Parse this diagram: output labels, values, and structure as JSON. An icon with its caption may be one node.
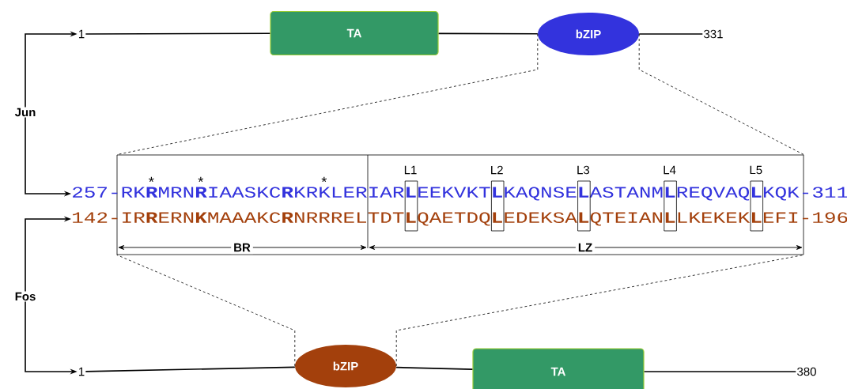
{
  "diagram": {
    "nodes": [
      {
        "text": [
          "1"
        ]
      },
      {
        "text": [
          "TA"
        ]
      },
      {
        "text": [
          "bZIP"
        ]
      },
      {
        "text": [
          "331"
        ]
      },
      {
        "text": [
          "Jun"
        ]
      },
      {
        "text": [],
        "shape": "box"
      },
      {
        "text": [
          "257-RK**R**MRN**R**IAASKC**R**KRKLERIAR**L**EEKVKT**L**KAQNSE**L**ASTANM**L**REQVAQ**L**KQK-311"
        ]
      },
      {
        "text": [
          "142-IR**R**ERN**K**MAAAKC**R**NRRRELTDT**L**QAETDQ**L**EDEKSA**L**QTEIAN**L**LKEKEK**L**EFI-196"
        ]
      },
      {
        "text": [
          "Fos"
        ]
      },
      {
        "text": [
          "1"
        ]
      },
      {
        "text": [
          "bZIP"
        ]
      },
      {
        "text": [
          "TA"
        ]
      },
      {
        "text": [
          "380"
        ]
      }
    ],
    "edges": [
      {
        "from": 4,
        "to": 0,
        "arrow": "to"
      },
      {
        "from": 4,
        "to": 6,
        "arrow": "to"
      },
      {
        "from": 0,
        "to": 1,
        "arrow": "none"
      },
      {
        "from": 1,
        "to": 2,
        "arrow": "none"
      },
      {
        "from": 2,
        "to": 3,
        "arrow": "none"
      },
      {
        "from": 2,
        "to": 5,
        "arrow": "none",
        "style": "dashed"
      },
      {
        "from": 2,
        "to": 5,
        "arrow": "none",
        "style": "dashed"
      },
      {
        "from": 8,
        "to": 7,
        "arrow": "to"
      },
      {
        "from": 8,
        "to": 9,
        "arrow": "to"
      },
      {
        "from": 9,
        "to": 10,
        "arrow": "none"
      },
      {
        "from": 10,
        "to": 11,
        "arrow": "none"
      },
      {
        "from": 11,
        "to": 12,
        "arrow": "none"
      },
      {
        "from": 10,
        "to": 5,
        "arrow": "none",
        "style": "dashed"
      },
      {
        "from": 10,
        "to": 5,
        "arrow": "none",
        "style": "dashed"
      }
    ],
    "labels": [
      "L1",
      "L2",
      "L3",
      "L4",
      "L5",
      "*",
      "*",
      "*",
      "BR",
      "LZ"
    ]
  }
}
